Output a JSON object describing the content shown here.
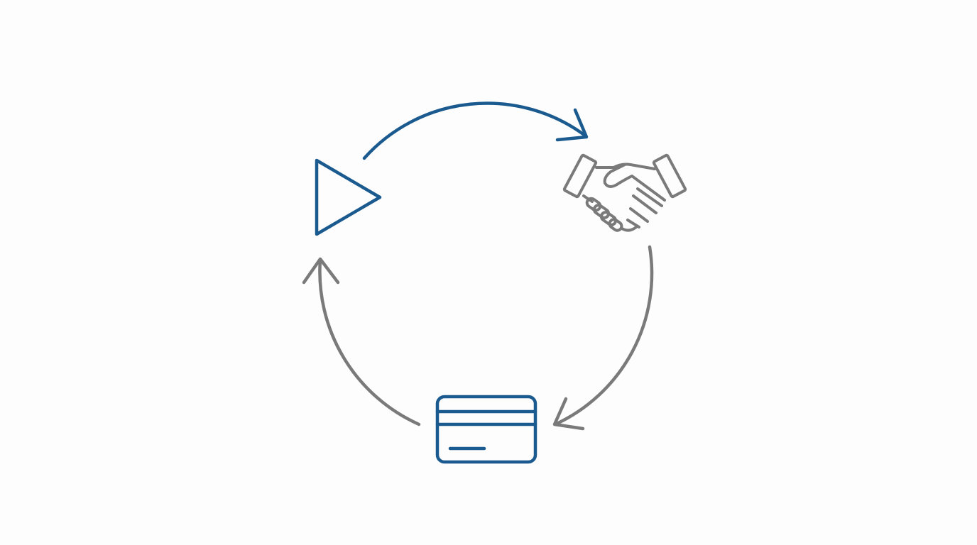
{
  "diagram": {
    "type": "cycle",
    "colors": {
      "primary": "#1b5a8f",
      "secondary": "#7a7a7a",
      "background": "#fdfdfd"
    },
    "nodes": [
      {
        "icon": "play-icon",
        "color": "primary"
      },
      {
        "icon": "handshake-icon",
        "color": "secondary"
      },
      {
        "icon": "credit-card-icon",
        "color": "primary"
      }
    ],
    "arrows": [
      {
        "from": "play-icon",
        "to": "handshake-icon",
        "color": "primary"
      },
      {
        "from": "handshake-icon",
        "to": "credit-card-icon",
        "color": "secondary"
      },
      {
        "from": "credit-card-icon",
        "to": "play-icon",
        "color": "secondary"
      }
    ]
  }
}
